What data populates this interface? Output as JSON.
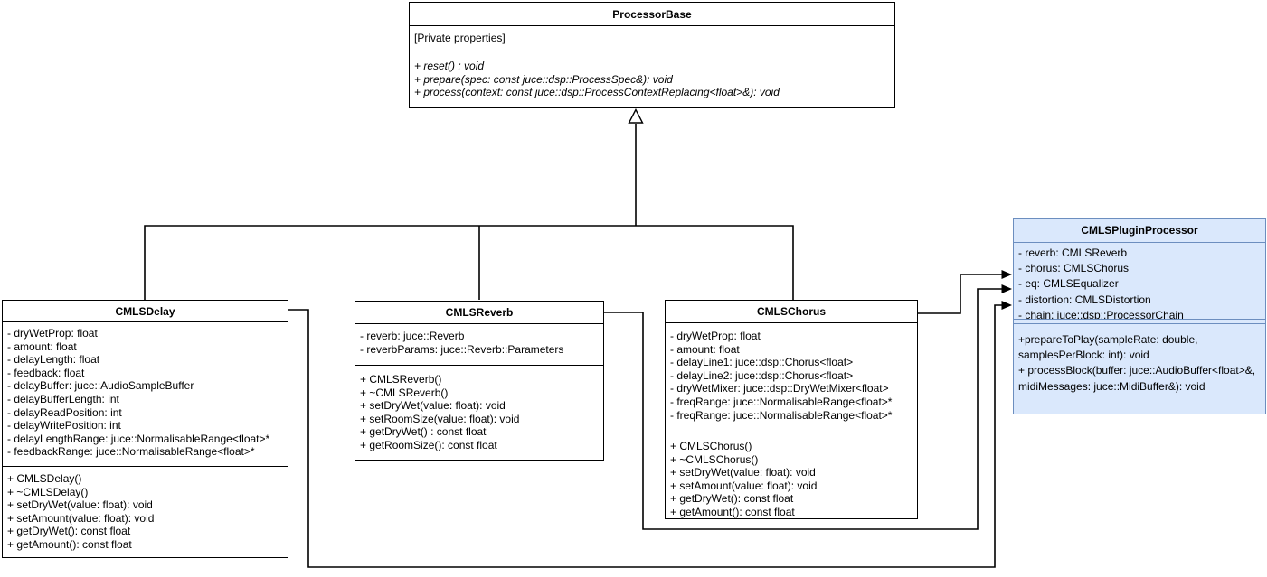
{
  "canvas": {
    "background": "#ffffff"
  },
  "colors": {
    "class_fill": "#ffffff",
    "class_border": "#000000",
    "plugin_fill": "#dae8fc",
    "plugin_border": "#6c8ebf",
    "edge_line": "#000000",
    "text": "#000000"
  },
  "classes": {
    "processor_base": {
      "title": "ProcessorBase",
      "attributes": [
        "[Private properties]"
      ],
      "methods": [
        "+ reset() : void",
        "+ prepare(spec: const juce::dsp::ProcessSpec&): void",
        "+ process(context: const juce::dsp::ProcessContextReplacing<float>&): void"
      ]
    },
    "delay": {
      "title": "CMLSDelay",
      "attributes": [
        "- dryWetProp: float",
        "- amount: float",
        "- delayLength: float",
        "- feedback: float",
        "- delayBuffer: juce::AudioSampleBuffer",
        "- delayBufferLength: int",
        "- delayReadPosition: int",
        "- delayWritePosition: int",
        "- delayLengthRange: juce::NormalisableRange<float>*",
        "- feedbackRange: juce::NormalisableRange<float>*"
      ],
      "methods": [
        "+ CMLSDelay()",
        "+ ~CMLSDelay()",
        "+ setDryWet(value: float): void",
        "+ setAmount(value: float): void",
        "+ getDryWet(): const float",
        "+ getAmount(): const float"
      ]
    },
    "reverb": {
      "title": "CMLSReverb",
      "attributes": [
        "- reverb: juce::Reverb",
        "- reverbParams: juce::Reverb::Parameters"
      ],
      "methods": [
        "+ CMLSReverb()",
        "+ ~CMLSReverb()",
        "+ setDryWet(value: float): void",
        "+ setRoomSize(value: float): void",
        "+ getDryWet() : const float",
        "+ getRoomSize(): const float"
      ]
    },
    "chorus": {
      "title": "CMLSChorus",
      "attributes": [
        "- dryWetProp: float",
        "- amount: float",
        "- delayLine1: juce::dsp::Chorus<float>",
        "- delayLine2: juce::dsp::Chorus<float>",
        "- dryWetMixer: juce::dsp::DryWetMixer<float>",
        "- freqRange: juce::NormalisableRange<float>*",
        "- freqRange: juce::NormalisableRange<float>*"
      ],
      "methods": [
        "+ CMLSChorus()",
        "+ ~CMLSChorus()",
        "+ setDryWet(value: float): void",
        "+ setAmount(value: float): void",
        "+ getDryWet(): const float",
        "+ getAmount(): const float"
      ]
    },
    "plugin": {
      "title": "CMLSPluginProcessor",
      "attributes": [
        "- reverb: CMLSReverb",
        "- chorus: CMLSChorus",
        "- eq: CMLSEqualizer",
        "- distortion: CMLSDistortion",
        "- chain: juce::dsp::ProcessorChain"
      ],
      "methods": [
        "+prepareToPlay(sampleRate: double,",
        "samplesPerBlock: int): void",
        "+ processBlock(buffer: juce::AudioBuffer<float>&,",
        "midiMessages: juce::MidiBuffer&): void"
      ]
    }
  },
  "relationships": {
    "generalization": {
      "parent": "ProcessorBase",
      "children": [
        "CMLSDelay",
        "CMLSReverb",
        "CMLSChorus"
      ]
    },
    "associations": [
      {
        "from": "CMLSDelay",
        "to": "CMLSPluginProcessor"
      },
      {
        "from": "CMLSReverb",
        "to": "CMLSPluginProcessor"
      },
      {
        "from": "CMLSChorus",
        "to": "CMLSPluginProcessor"
      }
    ]
  }
}
